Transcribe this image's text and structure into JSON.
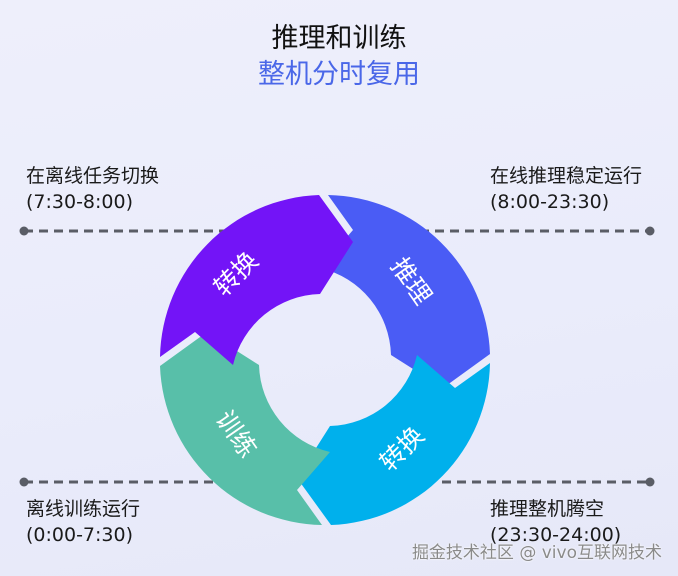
{
  "header": {
    "title": "推理和训练",
    "subtitle": "整机分时复用"
  },
  "cycle": {
    "segments": [
      {
        "label": "推理",
        "color": "#4a5cf5",
        "position": "top-right"
      },
      {
        "label": "转换",
        "color": "#00b0ec",
        "position": "bottom-right"
      },
      {
        "label": "训练",
        "color": "#58bfa9",
        "position": "bottom-left"
      },
      {
        "label": "转换",
        "color": "#7314f7",
        "position": "top-left"
      }
    ]
  },
  "annotations": {
    "top_left": {
      "line1": "在离线任务切换",
      "line2": "(7:30-8:00)"
    },
    "top_right": {
      "line1": "在线推理稳定运行",
      "line2": "(8:00-23:30)"
    },
    "bottom_left": {
      "line1": "离线训练运行",
      "line2": "(0:00-7:30)"
    },
    "bottom_right": {
      "line1": "推理整机腾空",
      "line2": "(23:30-24:00)"
    }
  },
  "styles": {
    "dash_line_color": "#5a5d66",
    "title_color": "#111111",
    "subtitle_color": "#4a67e8"
  },
  "watermark": "掘金技术社区 @ vivo互联网技术"
}
